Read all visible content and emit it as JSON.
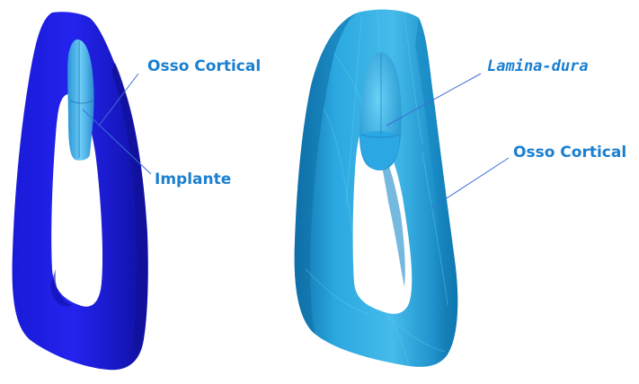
{
  "colors": {
    "background": "#ffffff",
    "label_text": "#1a7fd0",
    "leader_line": "#3a6fd8",
    "left_bone": "#1f1fe0",
    "left_bone_dark": "#1414a8",
    "implant": "#3fb0ec",
    "right_bone": "#1f9fd8",
    "right_bone_dark": "#0f6fa8",
    "right_bone_light": "#55c6ee",
    "lamina_dura": "#2aa6e4"
  },
  "labels": {
    "left_cortical": "Osso Cortical",
    "implant": "Implante",
    "lamina_dura": "Lamina-dura",
    "right_cortical": "Osso Cortical"
  }
}
